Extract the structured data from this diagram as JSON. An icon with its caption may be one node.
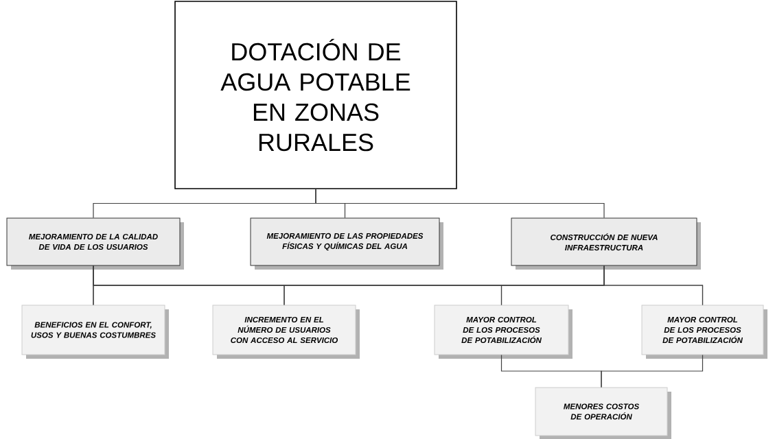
{
  "diagram": {
    "nodes": [
      {
        "text": [
          "DOTACIÓN DE AGUA POTABLE EN ZONAS RURALES"
        ]
      },
      {
        "text": [
          "MEJORAMIENTO DE LA CALIDAD DE VIDA DE LOS USUARIOS"
        ]
      },
      {
        "text": [
          "MEJORAMIENTO DE LAS PROPIEDADES FÍSICAS Y QUÍMICAS DEL AGUA"
        ]
      },
      {
        "text": [
          "CONSTRUCCIÓN DE NUEVA INFRAESTRUCTURA"
        ]
      },
      {
        "text": [
          "BENEFICIOS EN EL CONFORT, USOS Y BUENAS COSTUMBRES"
        ]
      },
      {
        "text": [
          "INCREMENTO EN EL NÚMERO DE USUARIOS CON ACCESO AL SERVICIO"
        ]
      },
      {
        "text": [
          "MAYOR CONTROL DE LOS PROCESOS DE POTABILIZACIÓN"
        ]
      },
      {
        "text": [
          "MAYOR CONTROL DE LOS PROCESOS DE POTABILIZACIÓN"
        ]
      },
      {
        "text": [
          "MENORES COSTOS DE OPERACIÓN"
        ]
      }
    ],
    "edges": [
      {
        "from": 0,
        "to": 1,
        "arrow": "none"
      },
      {
        "from": 0,
        "to": 2,
        "arrow": "none"
      },
      {
        "from": 0,
        "to": 3,
        "arrow": "none"
      },
      {
        "from": 1,
        "to": 4,
        "arrow": "none"
      },
      {
        "from": 1,
        "to": 5,
        "arrow": "none"
      },
      {
        "from": 1,
        "to": 6,
        "arrow": "none"
      },
      {
        "from": 1,
        "to": 7,
        "arrow": "none"
      },
      {
        "from": 3,
        "to": 4,
        "arrow": "none"
      },
      {
        "from": 3,
        "to": 5,
        "arrow": "none"
      },
      {
        "from": 3,
        "to": 6,
        "arrow": "none"
      },
      {
        "from": 3,
        "to": 7,
        "arrow": "none"
      },
      {
        "from": 6,
        "to": 8,
        "arrow": "none"
      },
      {
        "from": 7,
        "to": 8,
        "arrow": "none"
      }
    ]
  }
}
